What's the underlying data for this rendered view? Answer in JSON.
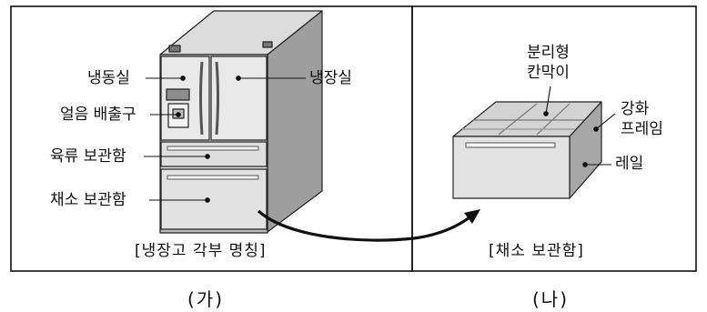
{
  "panel_a": {
    "labels": {
      "freezer": "냉동실",
      "ice_dispenser": "얼음 배출구",
      "meat_storage": "육류 보관함",
      "vegetable_storage": "채소 보관함",
      "fridge": "냉장실"
    },
    "caption": "[냉장고 각부 명칭]",
    "mark": "(가)"
  },
  "panel_b": {
    "labels": {
      "divider_line1": "분리형",
      "divider_line2": "칸막이",
      "frame_line1": "강화",
      "frame_line2": "프레임",
      "rail": "레일"
    },
    "caption": "[채소 보관함]",
    "mark": "(나)"
  },
  "colors": {
    "line": "#111111",
    "body_light": "#e6e6e6",
    "body_mid": "#cfcfcf",
    "body_dark": "#9c9c9c",
    "top_face": "#d9d9d9"
  }
}
